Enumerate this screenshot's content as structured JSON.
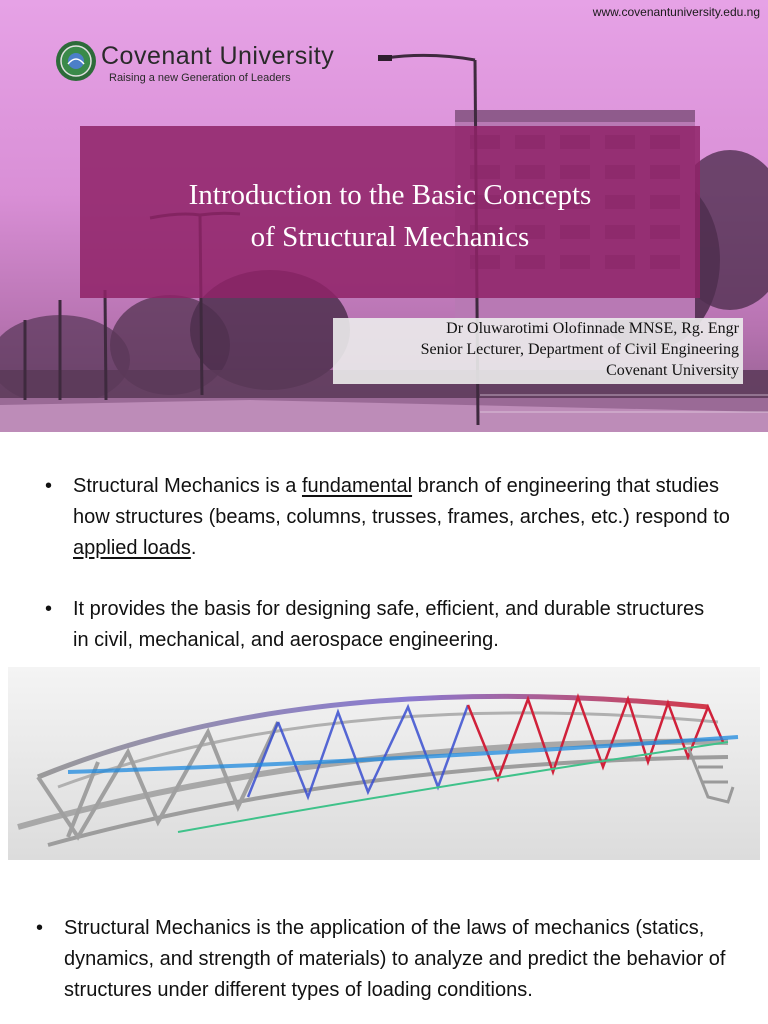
{
  "header": {
    "url": "www.covenantuniversity.edu.ng",
    "logo_name": "Covenant University",
    "logo_tagline": "Raising a new Generation of Leaders",
    "title_line1": "Introduction to the Basic Concepts",
    "title_line2": "of  Structural Mechanics",
    "author_line1": "Dr Oluwarotimi Olofinnade MNSE, Rg. Engr",
    "author_line2": "Senior Lecturer, Department of Civil Engineering",
    "author_line3": "Covenant University"
  },
  "bullets": {
    "b1": {
      "part1": "Structural Mechanics is a ",
      "term1": "fundamental",
      "part2": " branch of engineering that studies how structures (beams, columns, trusses, frames, arches, etc.) respond to ",
      "term2": "applied loads",
      "part3": "."
    },
    "b2": "It provides the basis for designing safe, efficient, and durable structures in civil, mechanical, and aerospace engineering.",
    "b3": "Structural Mechanics is the application of the laws of mechanics (statics, dynamics, and strength of materials) to analyze and predict the behavior of structures under different types of loading conditions."
  },
  "bullet_glyph": "•",
  "colors": {
    "title_box": "#8f2368",
    "banner_tint": "#d98fd6",
    "truss_red": "#d0213a",
    "truss_blue": "#2a4fd6"
  }
}
